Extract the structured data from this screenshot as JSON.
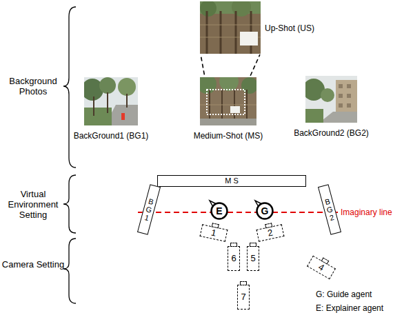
{
  "diagram": {
    "nodes": [
      {
        "text": [
          "Up-Shot (US)"
        ]
      },
      {
        "text": [
          "BackGround1 (BG1)"
        ]
      },
      {
        "text": [
          "Medium-Shot (MS)"
        ]
      },
      {
        "text": [
          "BackGround2 (BG2)"
        ]
      },
      {
        "text": [
          "M S"
        ]
      },
      {
        "text": [
          "B G 1"
        ]
      },
      {
        "text": [
          "B G 2"
        ]
      },
      {
        "text": [
          "E"
        ]
      },
      {
        "text": [
          "G"
        ]
      },
      {
        "text": [
          "1"
        ]
      },
      {
        "text": [
          "2"
        ]
      },
      {
        "text": [
          "6"
        ]
      },
      {
        "text": [
          "5"
        ]
      },
      {
        "text": [
          "4"
        ]
      },
      {
        "text": [
          "7"
        ]
      }
    ],
    "labels": [
      "Background Photos",
      "Virtual Environment Setting",
      "Camera Setting",
      "Imaginary line",
      "G: Guide agent",
      "E: Explainer agent"
    ]
  }
}
